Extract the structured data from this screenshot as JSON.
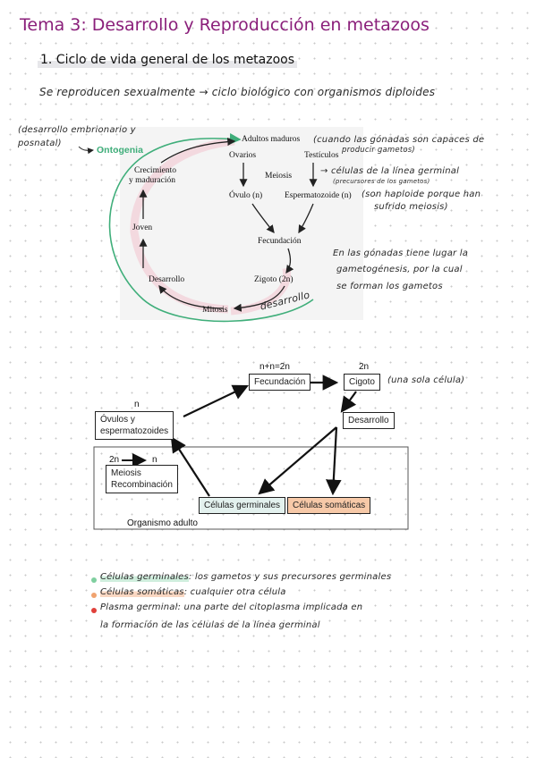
{
  "header": {
    "title": "Tema 3: Desarrollo y Reproducción en metazoos",
    "section": "1. Ciclo de vida general de los metazoos"
  },
  "notes": {
    "intro": "Se reproducen sexualmente → ciclo biológico con organismos diploides",
    "left_note_1": "(desarrollo embrionario y",
    "left_note_2": "posnatal)",
    "adults_note_1": "(cuando las gónadas son capaces de",
    "adults_note_2": "producir gametos)",
    "germ_line_note": "→ células de la línea germinal",
    "germ_line_sub": "(precursores de los gametos)",
    "haploid_note_1": "(son haploide porque han",
    "haploid_note_2": "sufrido meiosis)",
    "gonads_1": "En las gónadas tiene lugar la",
    "gonads_2": "gametogénesis, por la cual",
    "gonads_3": "se forman los gametos",
    "desarrollo_hand": "desarrollo",
    "zygote_note": "(una sola célula)"
  },
  "cycle": {
    "ontogenia": "Ontogenia",
    "adultos": "Adultos maduros",
    "ovarios": "Ovarios",
    "testiculos": "Testículos",
    "meiosis": "Meiosis",
    "ovulo": "Óvulo (n)",
    "espermatozoide": "Espermatozoide (n)",
    "fecundacion": "Fecundación",
    "zigoto": "Zigoto (2n)",
    "mitosis": "Mitosis",
    "desarrollo": "Desarrollo",
    "joven": "Joven",
    "crecimiento_1": "Crecimiento",
    "crecimiento_2": "y maduración"
  },
  "flow": {
    "fecund_top": "n+n=2n",
    "fecund": "Fecundación",
    "cigoto_top": "2n",
    "cigoto": "Cigoto",
    "desarrollo": "Desarrollo",
    "ovulos_top": "n",
    "ovulos_1": "Óvulos y",
    "ovulos_2": "espermatozoides",
    "meiosis_top_left": "2n",
    "meiosis_top_right": "n",
    "meiosis_1": "Meiosis",
    "meiosis_2": "Recombinación",
    "germinales": "Células germinales",
    "somaticas": "Células somáticas",
    "organismo": "Organismo adulto"
  },
  "definitions": [
    {
      "term": "Células germinales",
      "rest": ": los gametos y sus precursores germinales",
      "color": "#7fcf9f"
    },
    {
      "term": "Células somáticas",
      "rest": ": cualquier otra célula",
      "color": "#f0a36f"
    },
    {
      "term": "Plasma germinal",
      "rest": ": una parte del citoplasma implicada en",
      "color": "#e0403a"
    }
  ],
  "definition_cont": "la formación de las células de la línea germinal"
}
